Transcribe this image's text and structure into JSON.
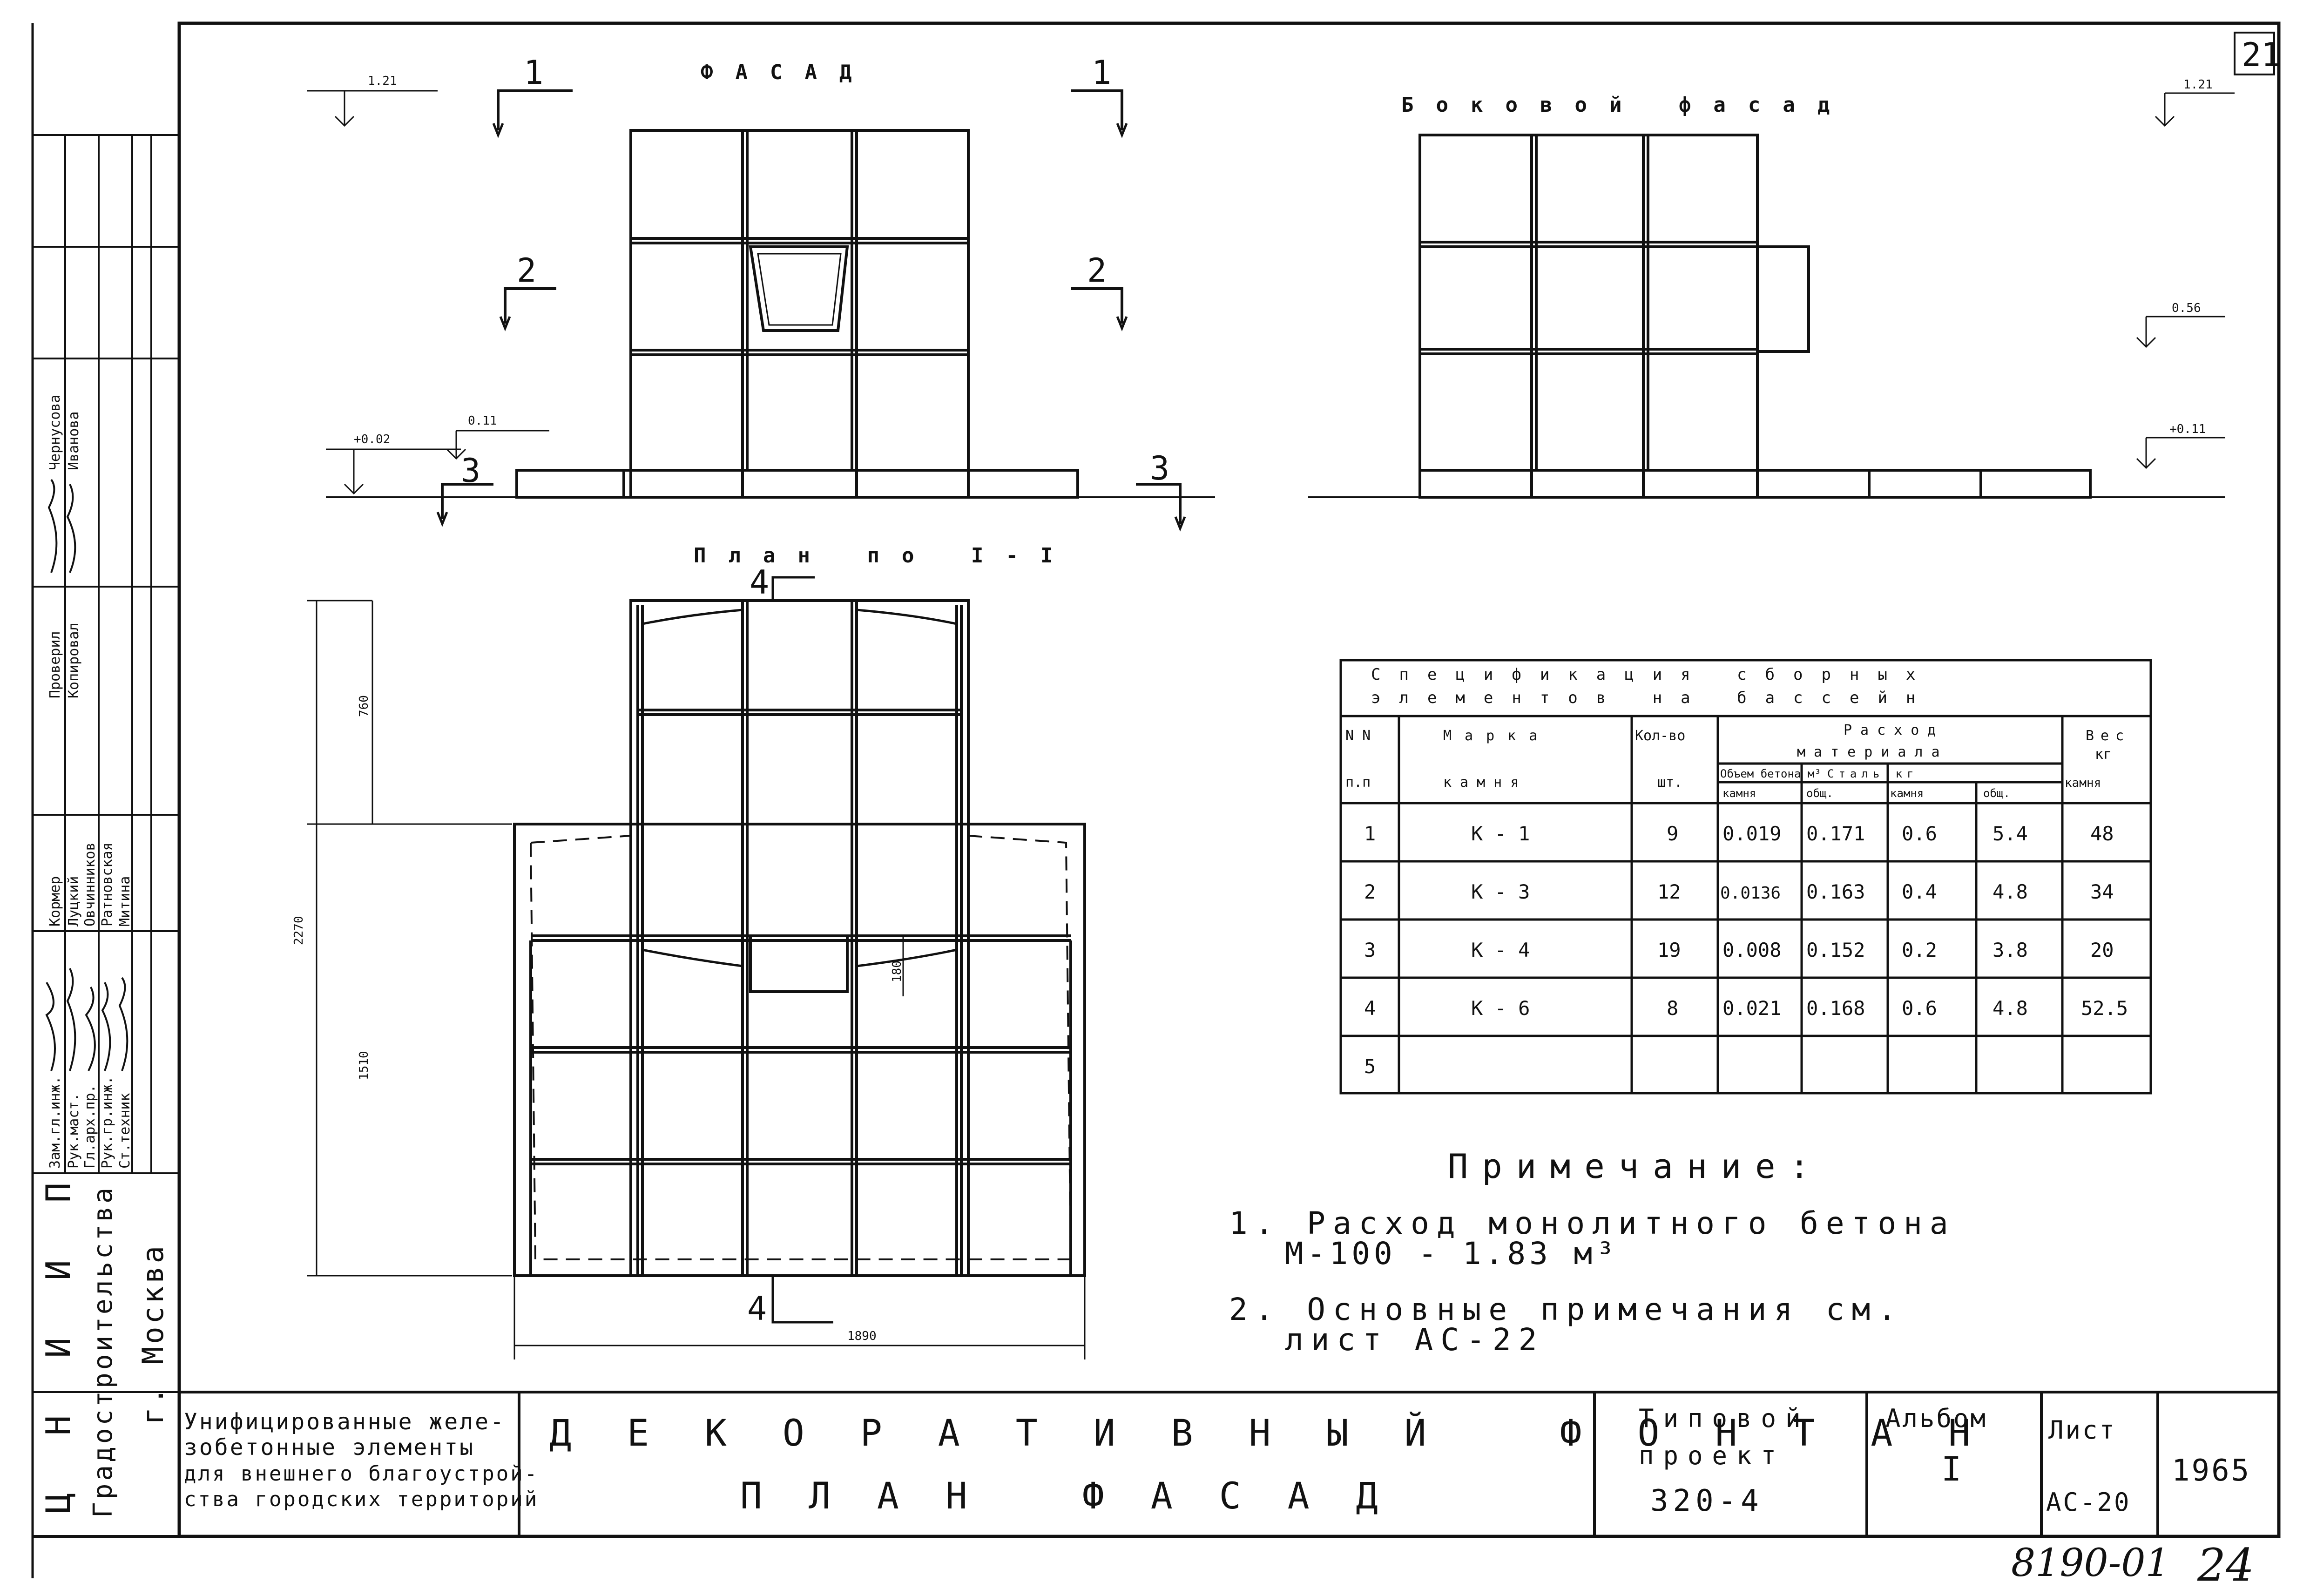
{
  "sheet_number": "21",
  "facade": {
    "title": "ФАСАД",
    "level_top": "1.21",
    "level_mid": "0.11",
    "level_base": "+0.02",
    "cut1": "1",
    "cut2": "2",
    "cut3": "3"
  },
  "side_facade": {
    "title": "Боковой фасад",
    "level_top": "1.21",
    "level_mid": "0.56",
    "level_base": "+0.11"
  },
  "plan": {
    "title": "План по I-I",
    "cut4": "4",
    "dim_total_height": "2270",
    "dim_upper": "760",
    "dim_lower": "1510",
    "dim_width": "1890",
    "dim_niche": "180"
  },
  "spec_table": {
    "title_line1": "Спецификация сборных",
    "title_line2": "элементов на бассейн",
    "headers": {
      "nn": "N N",
      "pp": "п.п",
      "mark": "Марка",
      "mark2": "камня",
      "qty": "Кол-во",
      "qty_unit": "шт.",
      "material": "Расход",
      "material2": "материала",
      "concrete": "Объем бетона м³",
      "steel": "Сталь кг",
      "stone": "камня",
      "total": "общ.",
      "stone2": "камня",
      "total2": "общ.",
      "weight": "Вес",
      "weight_unit": "кг",
      "weight_sub": "камня"
    },
    "rows": [
      {
        "n": "1",
        "mark": "К - 1",
        "qty": "9",
        "c1": "0.019",
        "c2": "0.171",
        "s1": "0.6",
        "s2": "5.4",
        "w": "48"
      },
      {
        "n": "2",
        "mark": "К - 3",
        "qty": "12",
        "c1": "0.0136",
        "c2": "0.163",
        "s1": "0.4",
        "s2": "4.8",
        "w": "34"
      },
      {
        "n": "3",
        "mark": "К - 4",
        "qty": "19",
        "c1": "0.008",
        "c2": "0.152",
        "s1": "0.2",
        "s2": "3.8",
        "w": "20"
      },
      {
        "n": "4",
        "mark": "К - 6",
        "qty": "8",
        "c1": "0.021",
        "c2": "0.168",
        "s1": "0.6",
        "s2": "4.8",
        "w": "52.5"
      },
      {
        "n": "5",
        "mark": "",
        "qty": "",
        "c1": "",
        "c2": "",
        "s1": "",
        "s2": "",
        "w": ""
      }
    ]
  },
  "notes": {
    "title": "Примечание:",
    "n1a": "1. Расход монолитного бетона",
    "n1b": "М-100 - 1.83 м³",
    "n2a": "2. Основные примечания см.",
    "n2b": "лист АС-22"
  },
  "left_strip": {
    "org1": "Ц Н И И П",
    "org2": "Градостроительства",
    "org3": "г. Москва",
    "roles": [
      "Зам.гл.инж.",
      "Рук.маст.",
      "Гл.арх.пр.",
      "Рук.гр.инж.",
      "Ст.техник"
    ],
    "names": [
      "Кормер",
      "Луцкий",
      "Овчинников",
      "Ратновская",
      "Митина"
    ],
    "roles2": [
      "Проверил",
      "Копировал"
    ],
    "names2": [
      "Чернусова",
      "Иванова"
    ]
  },
  "title_block": {
    "series_l1": "Унифицированные желе-",
    "series_l2": "зобетонные элементы",
    "series_l3": "для внешнего благоустрой-",
    "series_l4": "ства городских территорий",
    "name_l1": "ДЕКОРАТИВНЫЙ ФОНТАН",
    "name_l2": "ПЛАН ФАСАД",
    "project_l1": "Типовой",
    "project_l2": "проект",
    "project_l3": "320-4",
    "album_l1": "Альбом",
    "album_l2": "I",
    "sheet_l1": "Лист",
    "sheet_l2": "АС-20",
    "year": "1965"
  },
  "footer": {
    "inventory": "8190-01",
    "page": "24"
  }
}
